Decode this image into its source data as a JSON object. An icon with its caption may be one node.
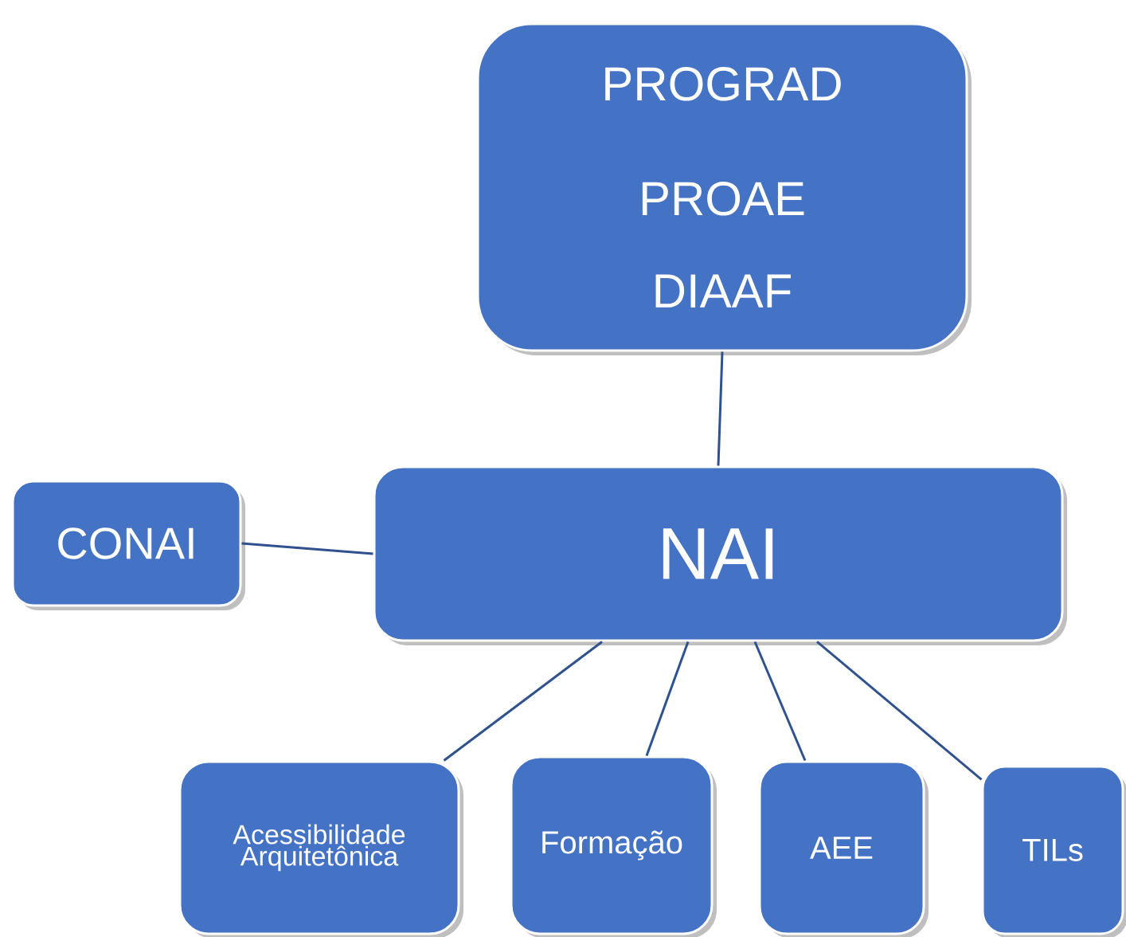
{
  "diagram": {
    "nodes": [
      {
        "text": [
          "PROGRAD",
          "PROAE",
          "DIAAF"
        ]
      },
      {
        "text": [
          "CONAI"
        ]
      },
      {
        "text": [
          "NAI"
        ]
      },
      {
        "text": [
          "Acessibilidade Arquitetônica"
        ]
      },
      {
        "text": [
          "Formação"
        ]
      },
      {
        "text": [
          "AEE"
        ]
      },
      {
        "text": [
          "TILs"
        ]
      }
    ],
    "edges": [
      {
        "from": 0,
        "to": 2,
        "arrow": "none"
      },
      {
        "from": 1,
        "to": 2,
        "arrow": "none"
      },
      {
        "from": 2,
        "to": 3,
        "arrow": "none"
      },
      {
        "from": 2,
        "to": 4,
        "arrow": "none"
      },
      {
        "from": 2,
        "to": 5,
        "arrow": "none"
      },
      {
        "from": 2,
        "to": 6,
        "arrow": "none"
      }
    ]
  }
}
